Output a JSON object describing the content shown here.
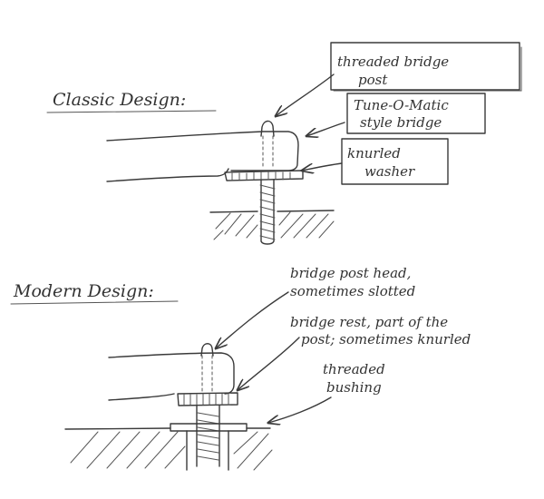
{
  "classic": {
    "heading": "Classic Design:",
    "labels": {
      "post_line1": "threaded bridge",
      "post_line2": "post",
      "bridge_line1": "Tune-O-Matic",
      "bridge_line2": "style bridge",
      "washer_line1": "knurled",
      "washer_line2": "washer"
    }
  },
  "modern": {
    "heading": "Modern Design:",
    "labels": {
      "head_line1": "bridge post head,",
      "head_line2": "sometimes slotted",
      "rest_line1": "bridge rest, part of the",
      "rest_line2": "post; sometimes knurled",
      "bushing_line1": "threaded",
      "bushing_line2": "bushing"
    }
  }
}
